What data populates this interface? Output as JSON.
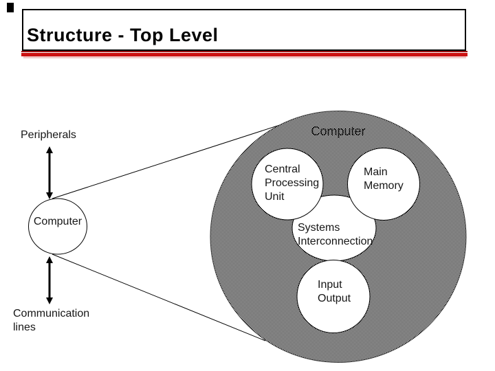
{
  "slide_title": "Structure - Top Level",
  "overview": {
    "peripherals_label": "Peripherals",
    "computer_label": "Computer",
    "communication_lines_label": "Communication\nlines"
  },
  "detail": {
    "computer_label": "Computer",
    "central_processing_unit_label": "Central\nProcessing\nUnit",
    "main_memory_label": "Main\nMemory",
    "systems_interconnection_label": "Systems\nInterconnection",
    "input_output_label": "Input\nOutput"
  },
  "colors": {
    "accent_red": "#cc1111",
    "accent_red_dark": "#991111",
    "accent_red_glow": "#f0caca"
  }
}
